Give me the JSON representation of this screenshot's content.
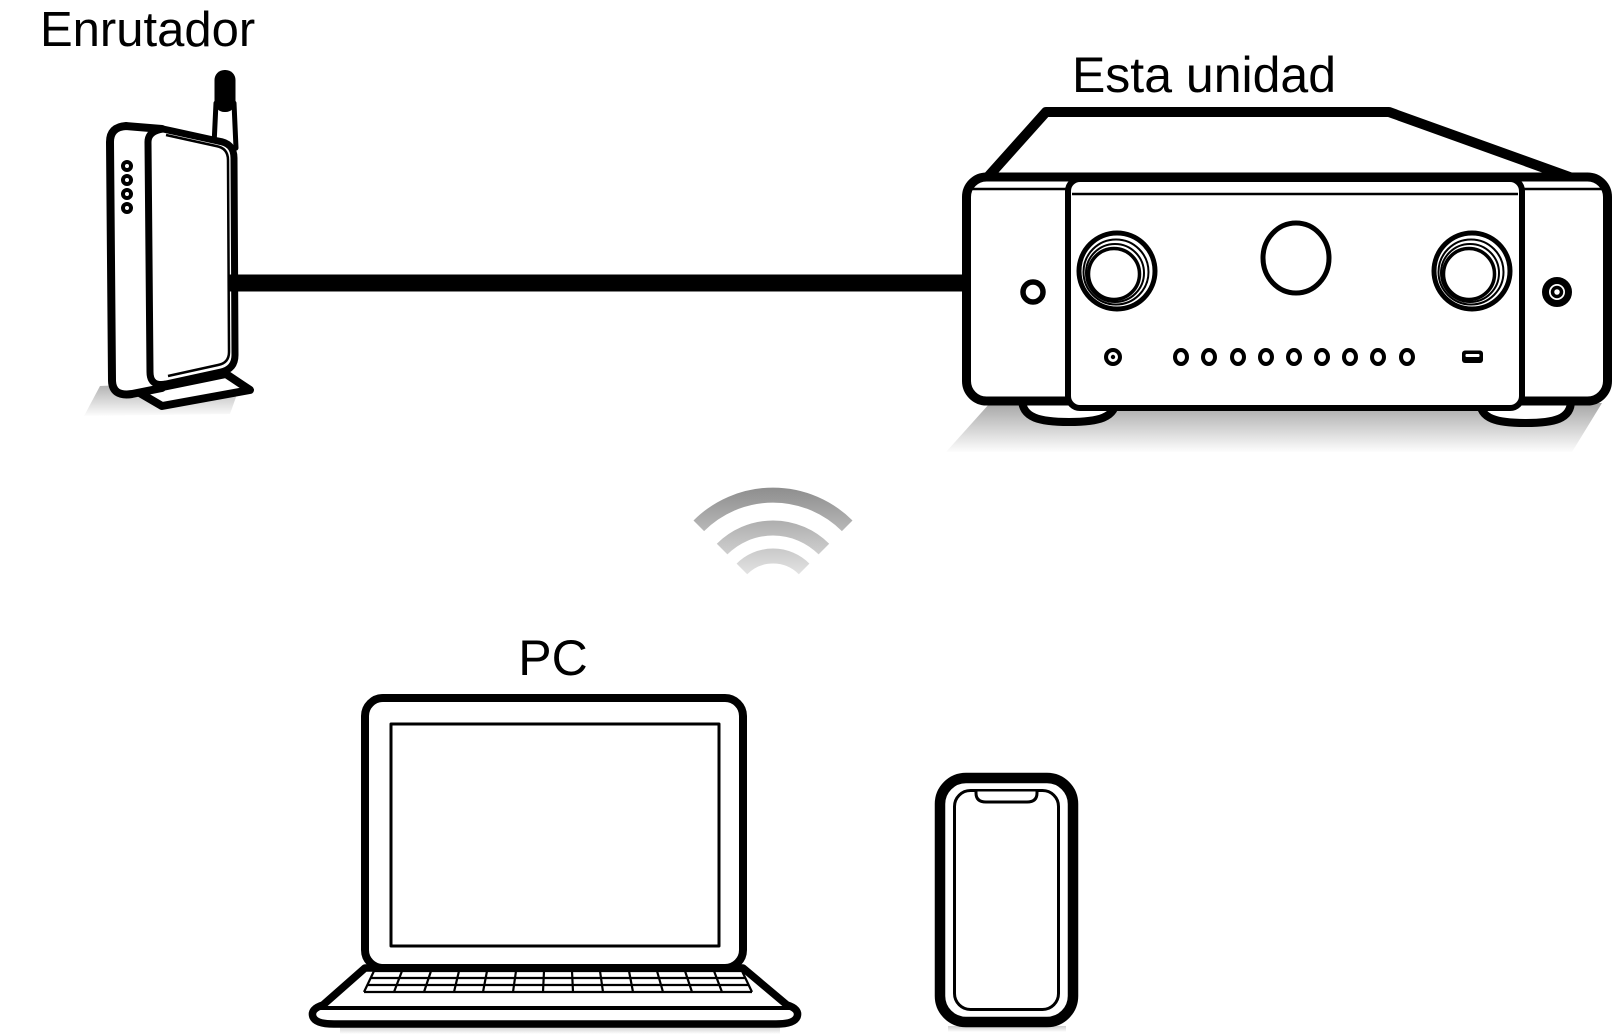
{
  "diagram": {
    "title_labels": {
      "router": "Enrutador",
      "unit": "Esta unidad",
      "pc": "PC"
    },
    "devices": [
      {
        "id": "router",
        "icon": "router-icon",
        "label": "Enrutador"
      },
      {
        "id": "av-receiver",
        "icon": "av-receiver-icon",
        "label": "Esta unidad"
      },
      {
        "id": "laptop",
        "icon": "laptop-icon",
        "label": "PC"
      },
      {
        "id": "smartphone",
        "icon": "smartphone-icon",
        "label": ""
      }
    ],
    "connections": [
      {
        "from": "router",
        "to": "av-receiver",
        "kind": "wired-lan-cable"
      },
      {
        "from": "router",
        "to": "laptop-smartphone",
        "kind": "wireless",
        "icon": "wifi-icon"
      }
    ],
    "colors": {
      "line": "#000000",
      "background": "#ffffff",
      "shadow_dark": "#a6a6a6",
      "shadow_light": "#f5f5f5",
      "wifi_top": "#909090",
      "wifi_bottom": "#ececec"
    }
  }
}
